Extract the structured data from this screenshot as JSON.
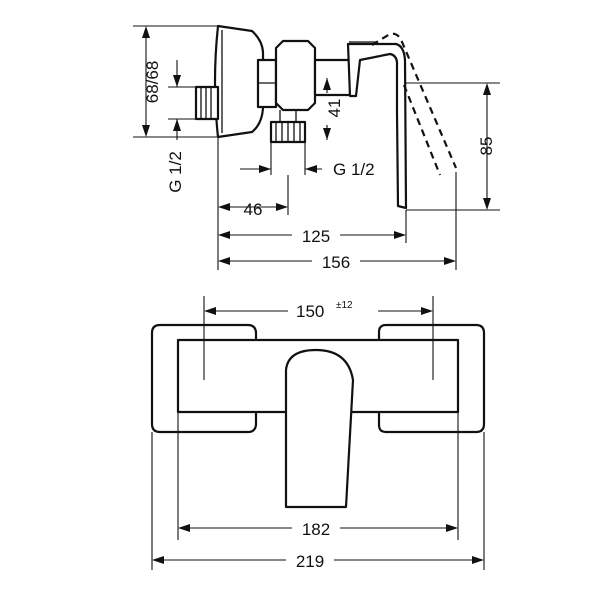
{
  "side_view": {
    "dims": {
      "flange": "68/68",
      "height": "41",
      "overall_height": "85",
      "thread_left": "G 1/2",
      "thread_right": "G 1/2",
      "offset": "46",
      "depth": "125",
      "depth_total": "156"
    }
  },
  "top_view": {
    "dims": {
      "centers": "150",
      "centers_tolerance": "±12",
      "inner_width": "182",
      "overall_width": "219"
    }
  }
}
